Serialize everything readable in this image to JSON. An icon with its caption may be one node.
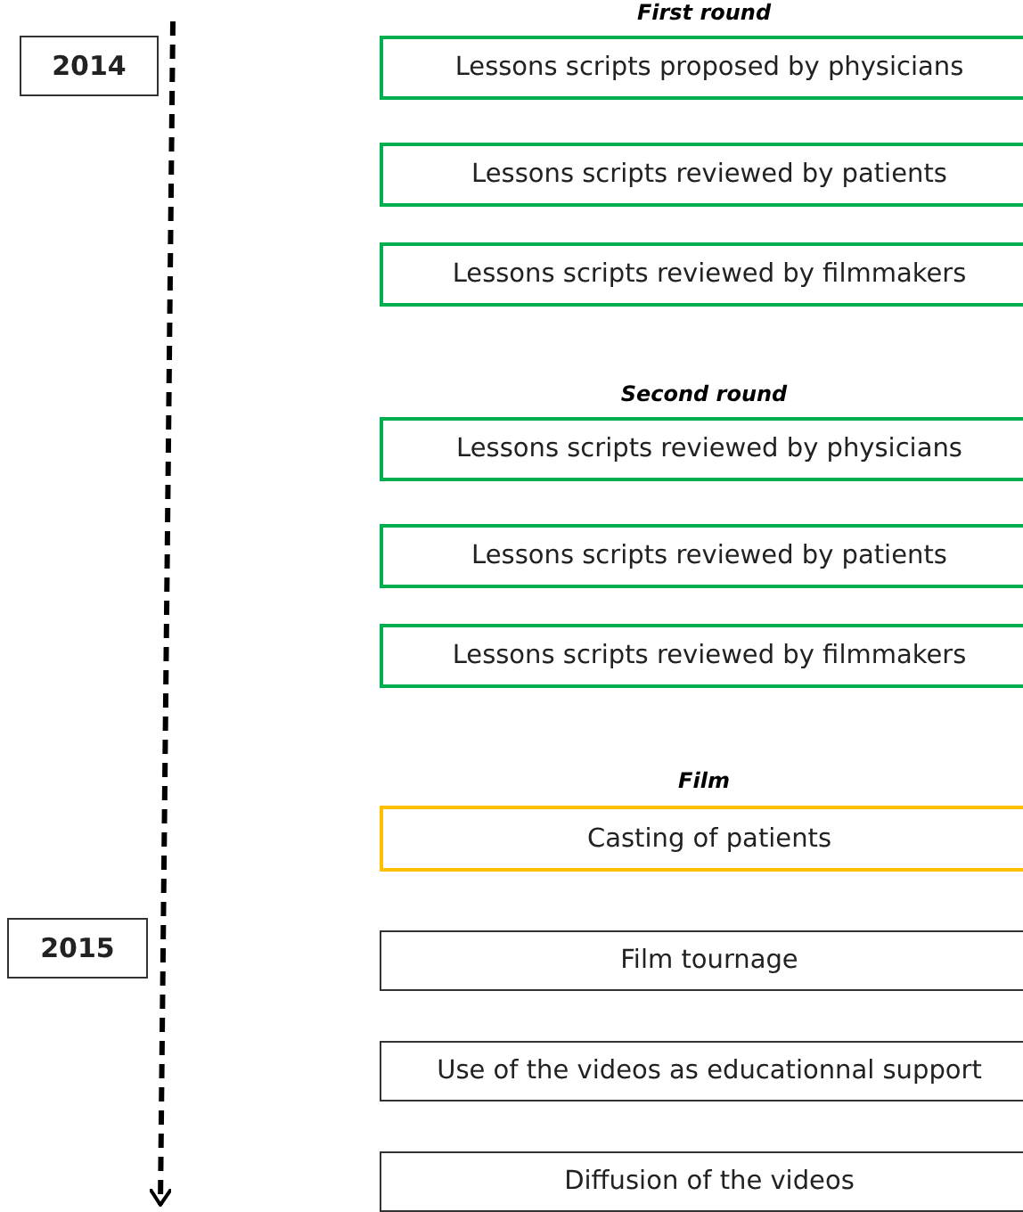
{
  "diagram": {
    "nodes": [
      {
        "text": [
          "2014"
        ]
      },
      {
        "text": [
          "Lessons scripts proposed by physicians"
        ]
      },
      {
        "text": [
          "Lessons scripts reviewed by patients"
        ]
      },
      {
        "text": [
          "Lessons scripts reviewed by filmmakers"
        ]
      },
      {
        "text": [
          "Lessons scripts reviewed by physicians"
        ]
      },
      {
        "text": [
          "Lessons scripts reviewed by patients"
        ]
      },
      {
        "text": [
          "Lessons scripts reviewed by filmmakers"
        ]
      },
      {
        "text": [
          "Casting of patients"
        ]
      },
      {
        "text": [
          "2015"
        ]
      },
      {
        "text": [
          "Film tournage"
        ]
      },
      {
        "text": [
          "Use of the videos as educationnal support"
        ]
      },
      {
        "text": [
          "Diffusion of the videos"
        ]
      }
    ],
    "labels": [
      "First round",
      "Second round",
      "Film"
    ]
  }
}
